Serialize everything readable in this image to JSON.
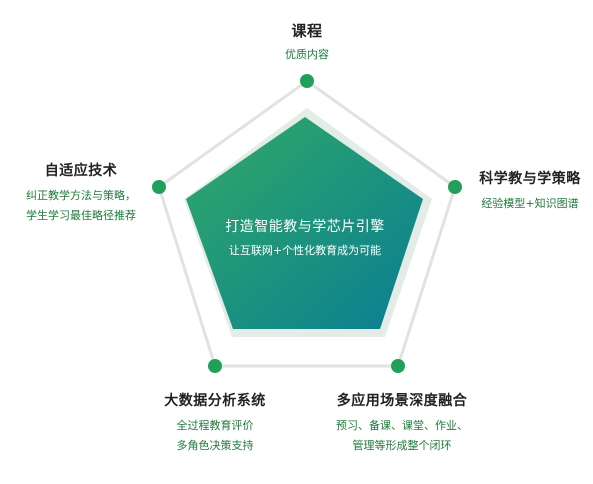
{
  "center": {
    "title": "打造智能教与学芯片引擎",
    "subtitle": "让互联网+个性化教育成为可能"
  },
  "nodes": [
    {
      "title": "课程",
      "lines": [
        "优质内容"
      ]
    },
    {
      "title": "科学教与学策略",
      "lines": [
        "经验模型+知识图谱"
      ]
    },
    {
      "title": "多应用场景深度融合",
      "lines": [
        "预习、备课、课堂、作业、",
        "管理等形成整个闭环"
      ]
    },
    {
      "title": "大数据分析系统",
      "lines": [
        "全过程教育评价",
        "多角色决策支持"
      ]
    },
    {
      "title": "自适应技术",
      "lines": [
        "纠正教学方法与策略，",
        "学生学习最佳略径推荐"
      ]
    }
  ],
  "colors": {
    "node_dot": "#21a05a",
    "outer_outline": "#e2e2e2",
    "inner_shadow": "#e4ece8",
    "gradient_start": "#31aa66",
    "gradient_end": "#0a7e93",
    "node_subtitle": "#1e7a3a"
  }
}
